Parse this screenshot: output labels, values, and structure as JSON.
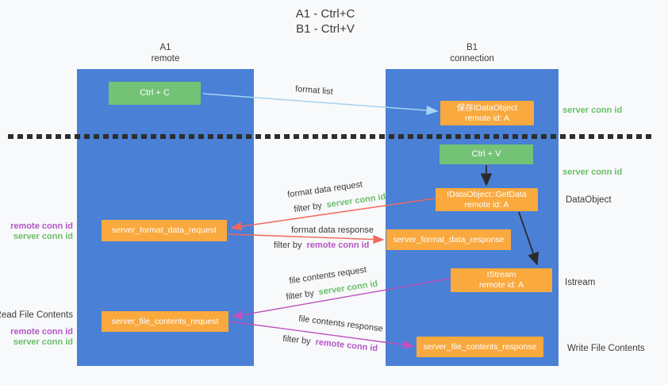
{
  "title": {
    "line1": "A1 - Ctrl+C",
    "line2": "B1 - Ctrl+V"
  },
  "columns": {
    "a1": {
      "name": "A1",
      "subtitle": "remote"
    },
    "b1": {
      "name": "B1",
      "subtitle": "connection"
    }
  },
  "nodes": {
    "ctrl_c": {
      "label": "Ctrl + C"
    },
    "ctrl_v": {
      "label": "Ctrl + V"
    },
    "save_dataobject": {
      "line1": "保存IDataObject",
      "line2": "remote id: A"
    },
    "getdata": {
      "line1": "IDataObject::GetData",
      "line2": "remote id: A"
    },
    "istream": {
      "line1": "IStream",
      "line2": "remote id: A"
    },
    "format_request": {
      "label": "server_format_data_request"
    },
    "format_response": {
      "label": "server_format_data_response"
    },
    "file_request": {
      "label": "server_file_contents_request"
    },
    "file_response": {
      "label": "server_file_contents_response"
    }
  },
  "arrow_labels": {
    "format_list": "format list",
    "format_data_request": "format data request",
    "format_data_response": "format data response",
    "file_contents_request": "file contents request",
    "file_contents_response": "file contents response",
    "filter_by": "filter by",
    "server_conn_id": "server conn id",
    "remote_conn_id": "remote conn id"
  },
  "side_labels": {
    "server_conn_id": "server conn id",
    "remote_conn_id": "remote conn id",
    "dataobject": "DataObject",
    "istream": "Istream",
    "read_file_contents": "Read File Contents",
    "write_file_contents": "Write File Contents"
  },
  "colors": {
    "background": "#f8f9fa",
    "column_blue": "#4a80d6",
    "node_green": "#74c276",
    "node_orange": "#f9a93e",
    "label_green": "#6abf6a",
    "label_purple": "#b455c8",
    "arrow_red": "#f2685c",
    "arrow_magenta": "#bc53be",
    "arrow_lightblue": "#a6d4f2",
    "arrow_black": "#2b2b2b",
    "dashed_line": "#2e2e2e"
  }
}
